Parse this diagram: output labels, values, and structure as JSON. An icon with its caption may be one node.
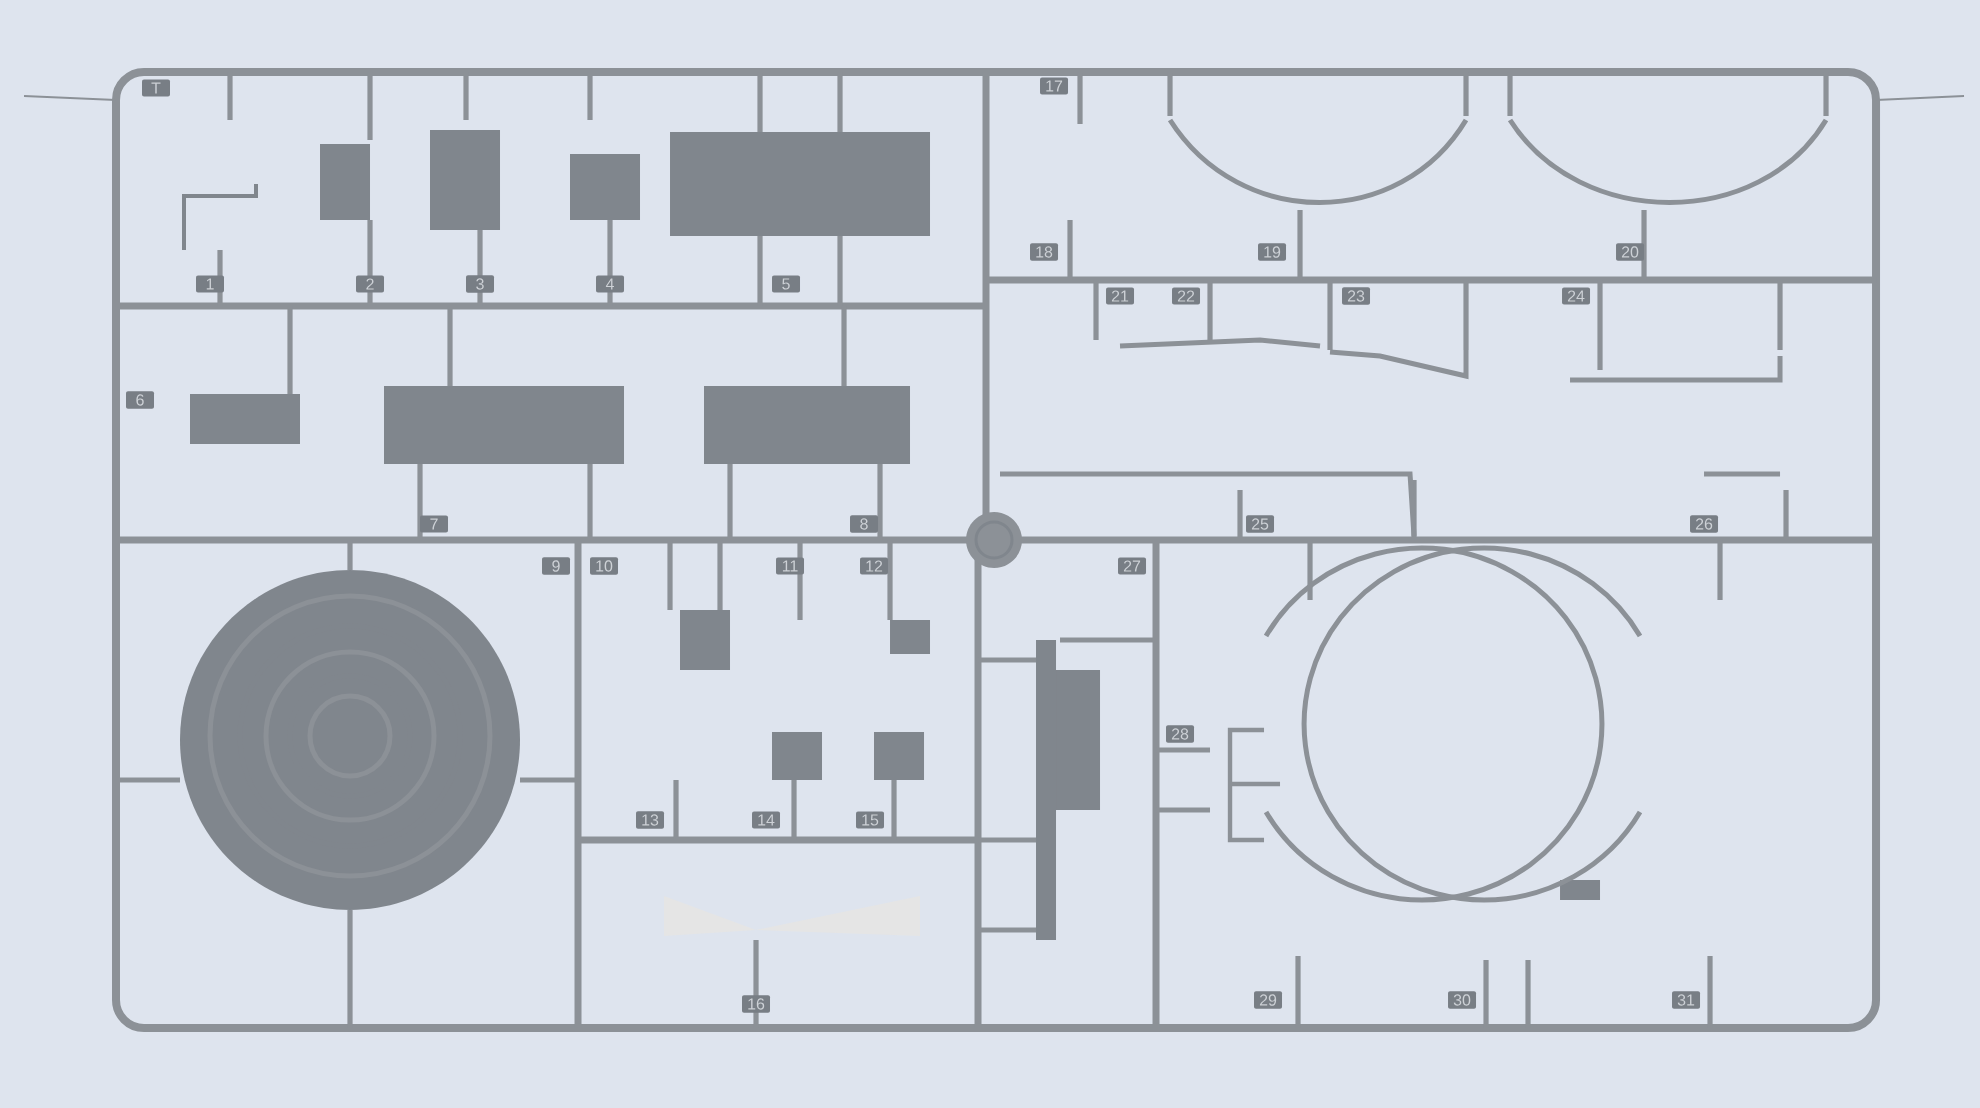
{
  "diagram": {
    "labels": [
      "T",
      "1",
      "2",
      "3",
      "4",
      "5",
      "6",
      "7",
      "8",
      "9",
      "10",
      "11",
      "12",
      "13",
      "14",
      "15",
      "16",
      "17",
      "18",
      "19",
      "20",
      "21",
      "22",
      "23",
      "24",
      "25",
      "26",
      "27",
      "28",
      "29",
      "30",
      "31"
    ]
  }
}
